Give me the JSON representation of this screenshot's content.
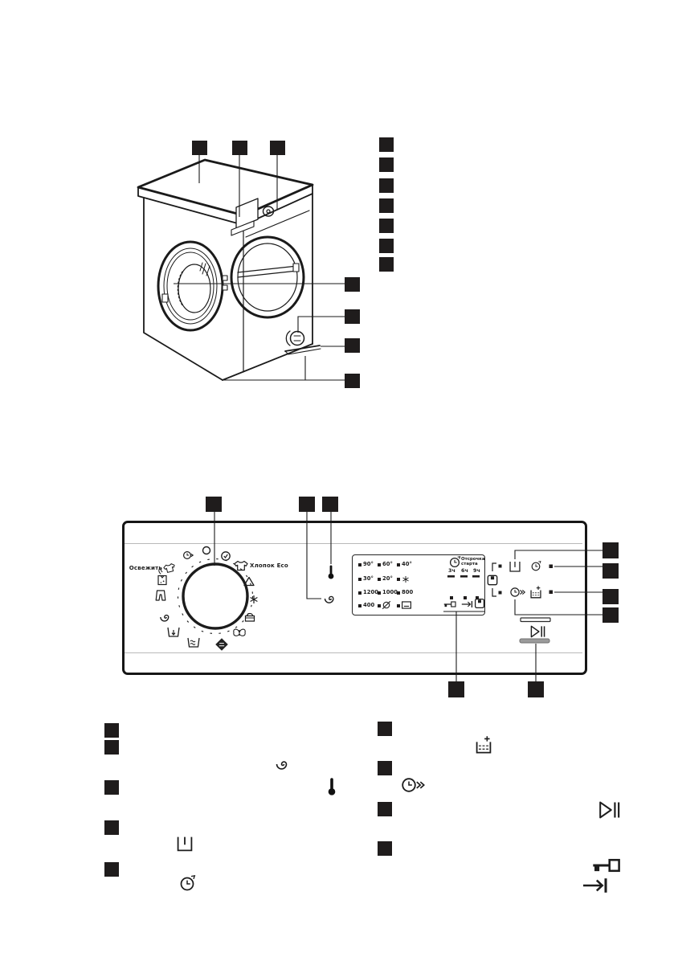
{
  "control_panel": {
    "program_labels": {
      "refresh": "Освежить",
      "cotton_eco": "Хлопок Eco"
    },
    "display": {
      "temperatures": [
        "90°",
        "60°",
        "40°",
        "30°",
        "20°"
      ],
      "spin_speeds": [
        "1200",
        "1000",
        "800",
        "400"
      ],
      "delay_start_label": [
        "Отсрочка",
        "старта"
      ],
      "delay_hours": [
        "3ч",
        "6ч",
        "9ч"
      ]
    }
  },
  "colors": {
    "ink": "#1c1c1c",
    "panel_inner_line": "#b9b9b9",
    "start_bar_fill": "#9b9b9b"
  },
  "icons": [
    "power-off-icon",
    "quick-wash-clock-icon",
    "easy-iron-check-icon",
    "cotton-eco-shirt-icon",
    "synthetics-triangle-icon",
    "cold-snowflake-icon",
    "wool-basket-icon",
    "delicates-butterfly-icon",
    "dark-wash-icon",
    "soak-tub-icon",
    "drain-tub-icon",
    "spin-spiral-icon",
    "jeans-icon",
    "stain-shirt-icon",
    "refresh-shirt-icon",
    "temperature-thermometer-icon",
    "no-spin-icon",
    "rinse-hold-icon",
    "delay-start-clock-icon",
    "prewash-tub-icon",
    "time-manager-clock-icon",
    "extra-rinse-tub-icon",
    "start-pause-icon",
    "child-lock-key-icon",
    "drain-arrow-icon",
    "door-lock-icon"
  ]
}
